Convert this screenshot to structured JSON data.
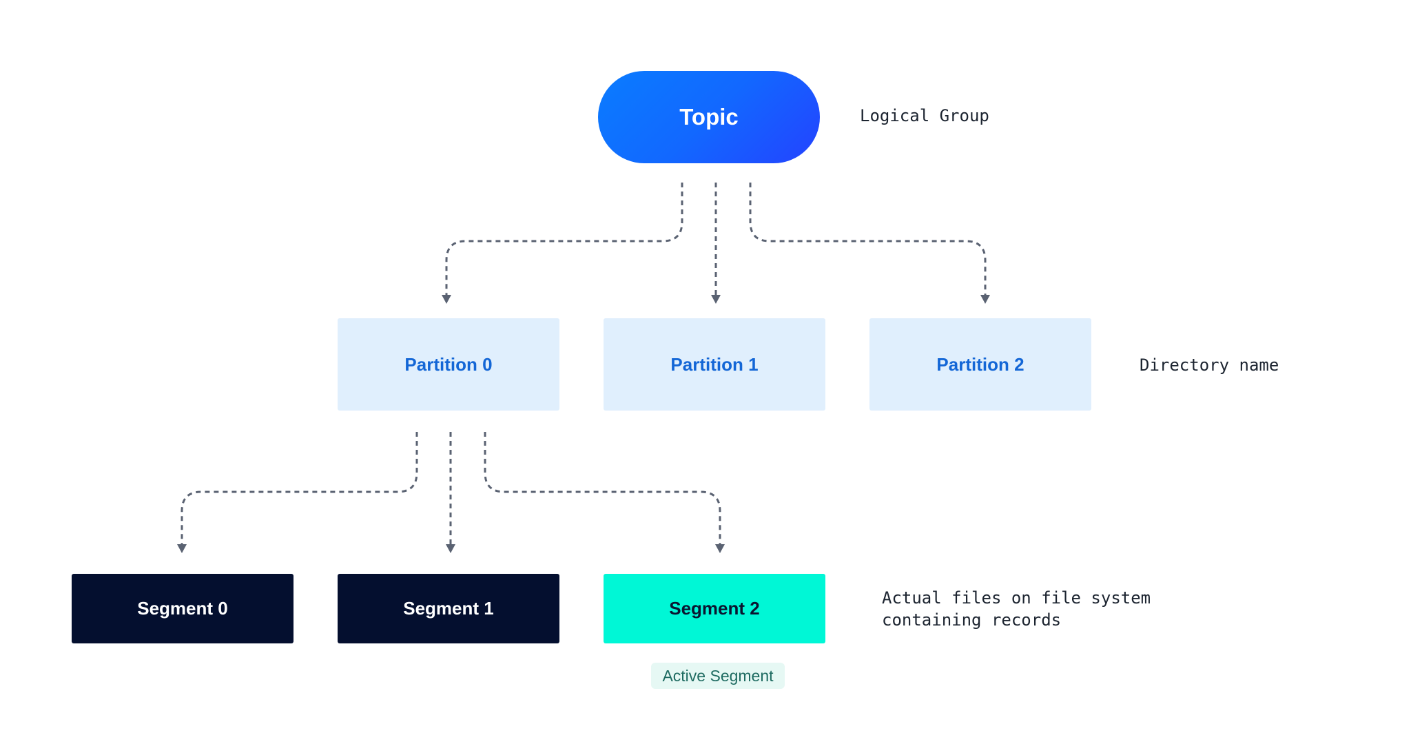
{
  "topic": {
    "label": "Topic",
    "annotation": "Logical Group",
    "gradient": [
      "#0a7cff",
      "#2443ff"
    ]
  },
  "partitions": {
    "items": [
      {
        "label": "Partition 0"
      },
      {
        "label": "Partition 1"
      },
      {
        "label": "Partition 2"
      }
    ],
    "annotation": "Directory name",
    "fill": "#e0effd",
    "text_color": "#1366d6"
  },
  "segments": {
    "items": [
      {
        "label": "Segment 0",
        "state": "inactive"
      },
      {
        "label": "Segment 1",
        "state": "inactive"
      },
      {
        "label": "Segment 2",
        "state": "active"
      }
    ],
    "annotation_lines": [
      "Actual files on file system",
      "containing records"
    ],
    "active_tag": "Active Segment",
    "inactive_fill": "#040f2f",
    "active_fill": "#00f7d6"
  },
  "connector_color": "#5a6272"
}
